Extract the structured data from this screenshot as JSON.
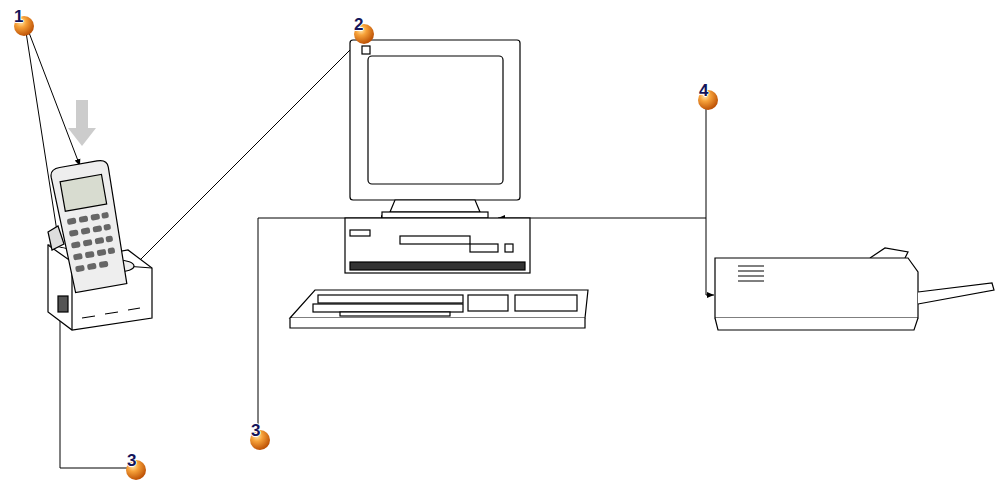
{
  "diagram": {
    "labels": [
      "1",
      "2",
      "4",
      "3",
      "3"
    ]
  }
}
